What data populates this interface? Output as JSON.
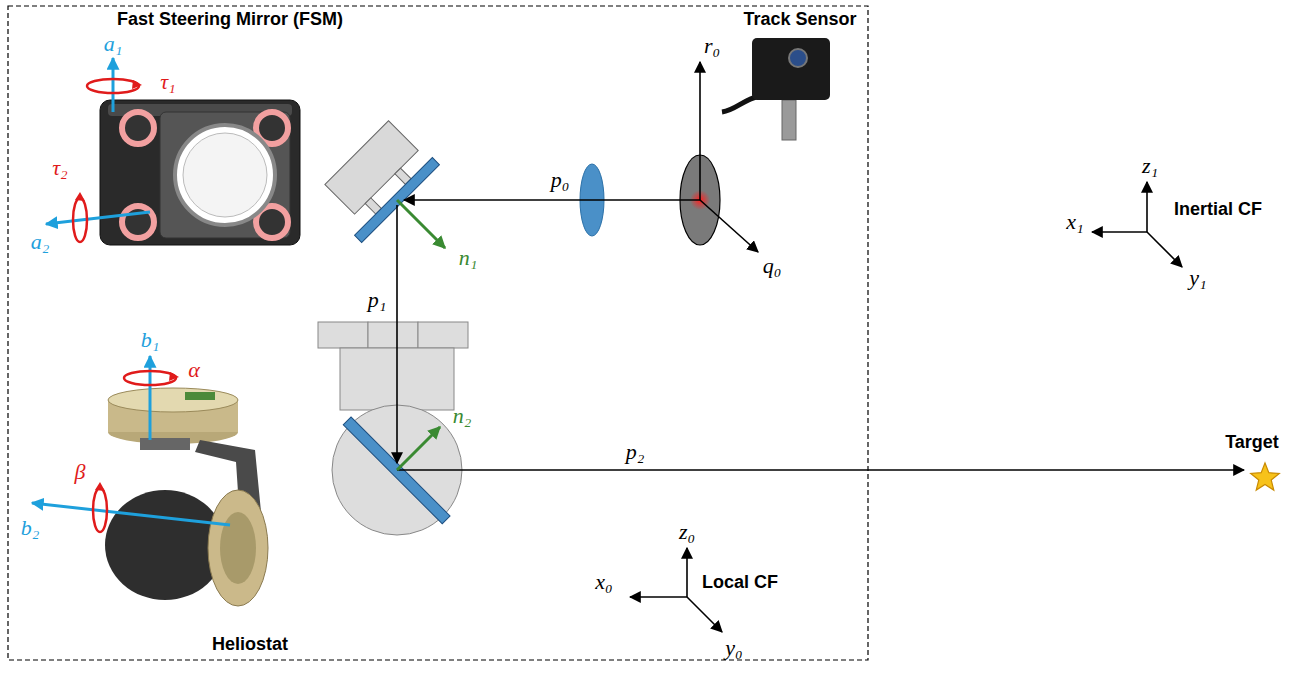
{
  "diagram": {
    "labels": [
      "Fast Steering Mirror (FSM)",
      "a₁",
      "Track Sensor",
      "r₀",
      "τ₁",
      "p₀",
      "z₁",
      "τ₂",
      "a₂",
      "n₁",
      "Inertial CF",
      "x₁",
      "q₀",
      "y₁",
      "b₁",
      "p₁",
      "α",
      "n₂",
      "Target",
      "p₂",
      "β",
      "b₂",
      "z₀",
      "x₀",
      "Local CF",
      "y₀",
      "Heliostat"
    ]
  }
}
